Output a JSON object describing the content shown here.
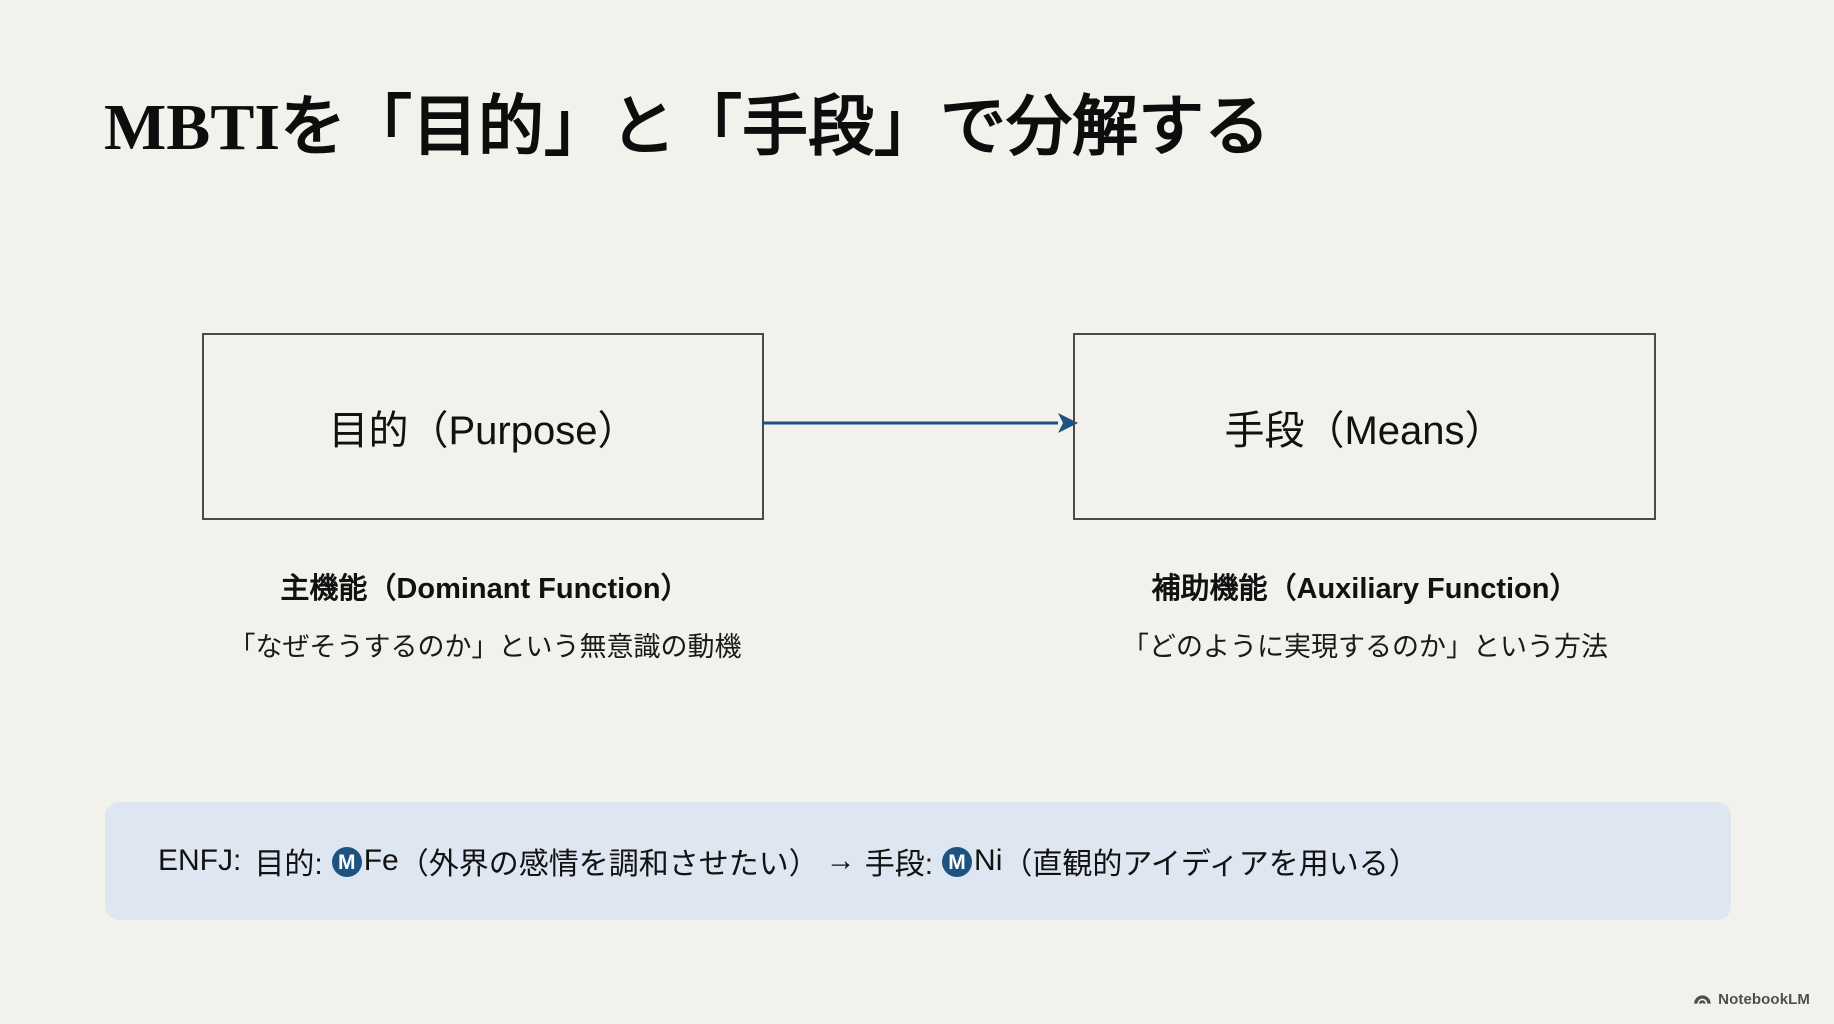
{
  "theme": {
    "background": "#f2f1ec",
    "text": "#111111",
    "box_border": "#4a4a4a",
    "arrow": "#1d5380",
    "example_bar_bg": "#dde6f1",
    "badge_bg": "#1d5380",
    "badge_fg": "#ffffff"
  },
  "title": "MBTIを「目的」と「手段」で分解する",
  "diagram": {
    "left_box": {
      "label": "目的（Purpose）",
      "caption_heading": "主機能（Dominant Function）",
      "caption_sub": "「なぜそうするのか」という無意識の動機"
    },
    "right_box": {
      "label": "手段（Means）",
      "caption_heading": "補助機能（Auxiliary Function）",
      "caption_sub": "「どのように実現するのか」という方法"
    },
    "arrow": {
      "name": "arrow-right-icon",
      "direction": "left-to-right",
      "color": "#1d5380"
    }
  },
  "example": {
    "type_label": "ENFJ:",
    "purpose_label": "目的:",
    "purpose_badge": "M",
    "purpose_function": "Fe",
    "purpose_detail": "（外界の感情を調和させたい）",
    "connector": "→",
    "means_label": "手段:",
    "means_badge": "M",
    "means_function": "Ni",
    "means_detail": "（直観的アイディアを用いる）"
  },
  "watermark": {
    "label": "NotebookLM",
    "icon": "notebooklm-arc-icon"
  }
}
